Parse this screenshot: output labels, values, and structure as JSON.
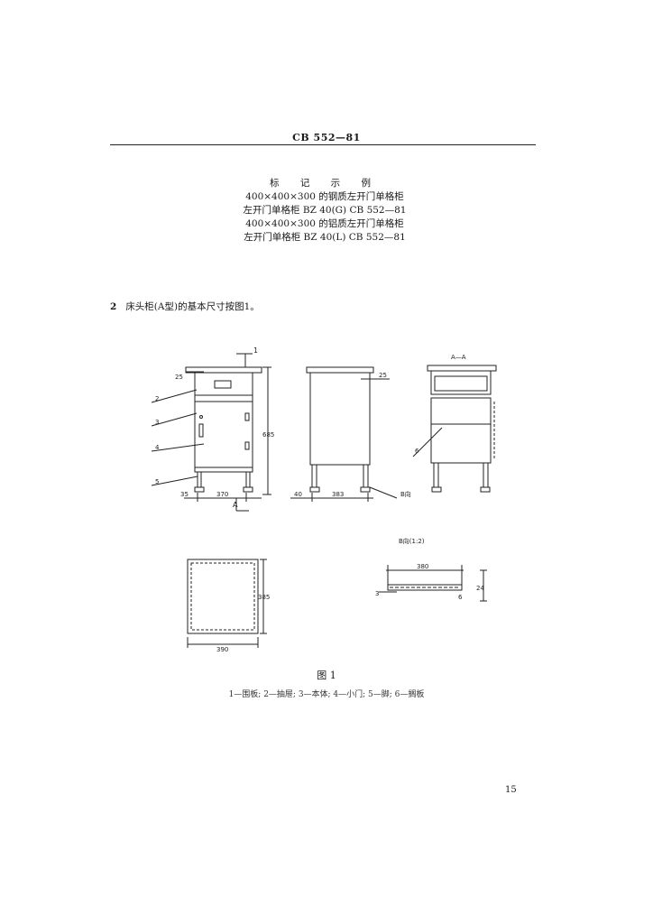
{
  "header": {
    "code": "CB 552—81"
  },
  "marking_example": {
    "title": "标 记 示 例",
    "lines": [
      "400×400×300 的钢质左开门单格柜",
      "左开门单格柜   BZ 40(G)   CB 552—81",
      "400×400×300 的铝质左开门单格柜",
      "左开门单格柜   BZ 40(L)   CB 552—81"
    ]
  },
  "clause": {
    "number": "2",
    "text": "床头柜(A型)的基本尺寸按图1。"
  },
  "drawing": {
    "dim_25_left": "25",
    "dim_height": "685",
    "dim_foot": "35",
    "dim_width": "370",
    "dim_side_foot": "40",
    "dim_side_width": "383",
    "dim_side_label": "B向",
    "dim_25_right": "25",
    "section_label": "A—A",
    "view_label": "B向(1:2)",
    "plan_width": "390",
    "plan_depth": "385",
    "detail_width": "380",
    "detail_thickness": "24",
    "detail_small": "3",
    "detail_num": "6",
    "callouts": [
      "2",
      "3",
      "4",
      "5",
      "6"
    ],
    "mark_1": "1",
    "mark_a": "A"
  },
  "figure": {
    "label": "图 1",
    "legend": "1—围板; 2—抽屉; 3—本体; 4—小门; 5—脚; 6—搁板"
  },
  "page_number": "15"
}
